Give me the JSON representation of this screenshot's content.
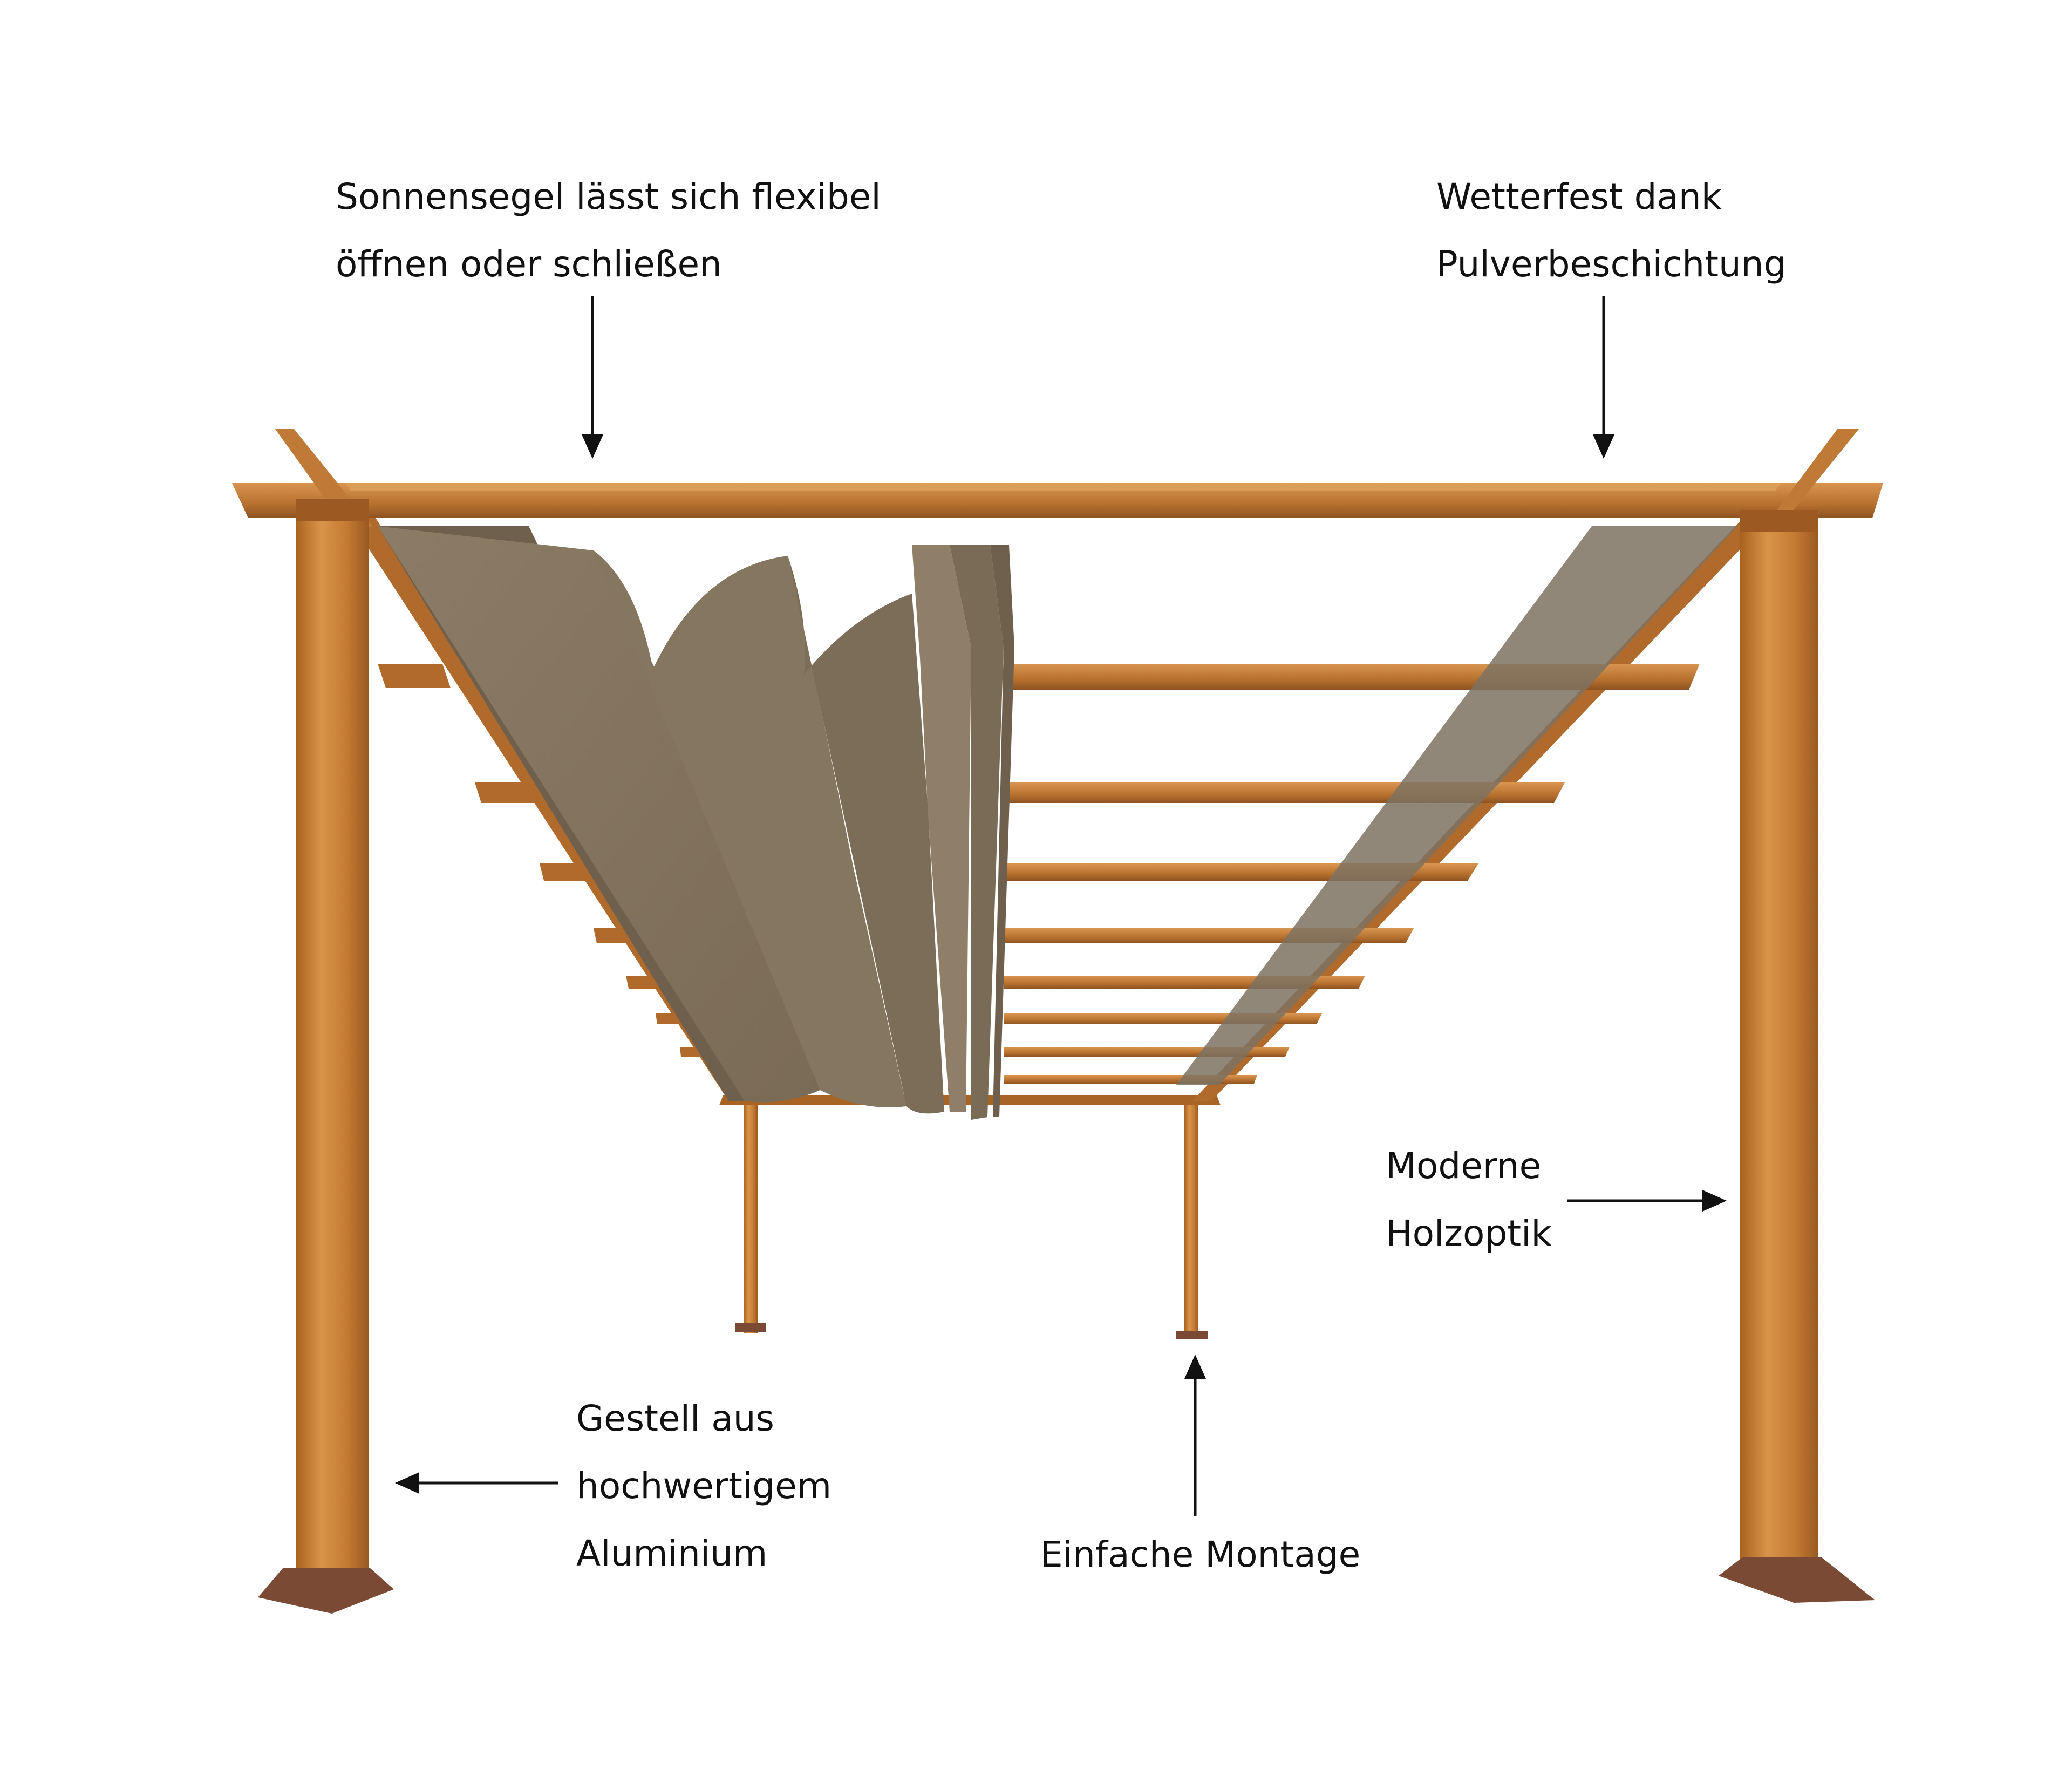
{
  "annotations": {
    "sail": {
      "line1": "Sonnensegel lässt sich flexibel",
      "line2": "öffnen oder schließen"
    },
    "coating": {
      "line1": "Wetterfest dank",
      "line2": "Pulverbeschichtung"
    },
    "wood": {
      "line1": "Moderne",
      "line2": "Holzoptik"
    },
    "frame": {
      "line1": "Gestell aus",
      "line2": "hochwertigem",
      "line3": "Aluminium"
    },
    "mount": {
      "line1": "Einfache Montage"
    }
  },
  "colors": {
    "wood_light": "#d08a3e",
    "wood_mid": "#b86e2c",
    "wood_dark": "#8a4f1f",
    "canopy": "#8f7f68",
    "canopy_dark": "#6e604c",
    "foot": "#7a4a35",
    "arrow": "#111111"
  }
}
